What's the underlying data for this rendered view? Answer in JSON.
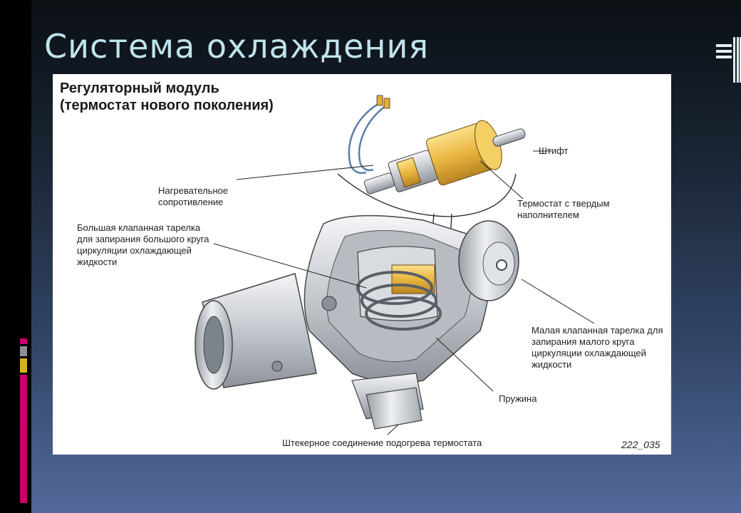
{
  "slide": {
    "title": "Система охлаждения",
    "title_color": "#bfe3ec",
    "background_top": "#0b0f14",
    "background_bottom": "#52699a",
    "accent_colors": [
      "#c8006e",
      "#d8b020",
      "#8a8f98"
    ]
  },
  "diagram": {
    "heading": "Регуляторный модуль (термостат нового поколения)",
    "labels": {
      "pin": "Штифт",
      "heater": "Нагревательное сопротивление",
      "thermostat": "Термостат с твердым наполнителем",
      "big_valve": "Большая клапанная тарелка для запирания большого круга циркуляции охлаждающей жидкости",
      "small_valve": "Малая клапанная тарелка для запирания малого круга циркуляции охлаждающей жидкости",
      "spring": "Пружина",
      "connector": "Штекерное соединение подогрева термостата"
    },
    "figure_code": "222_035",
    "colors": {
      "brass": "#e8b640",
      "metal": "#c9ccd1",
      "wire": "#5b7ea8"
    }
  }
}
